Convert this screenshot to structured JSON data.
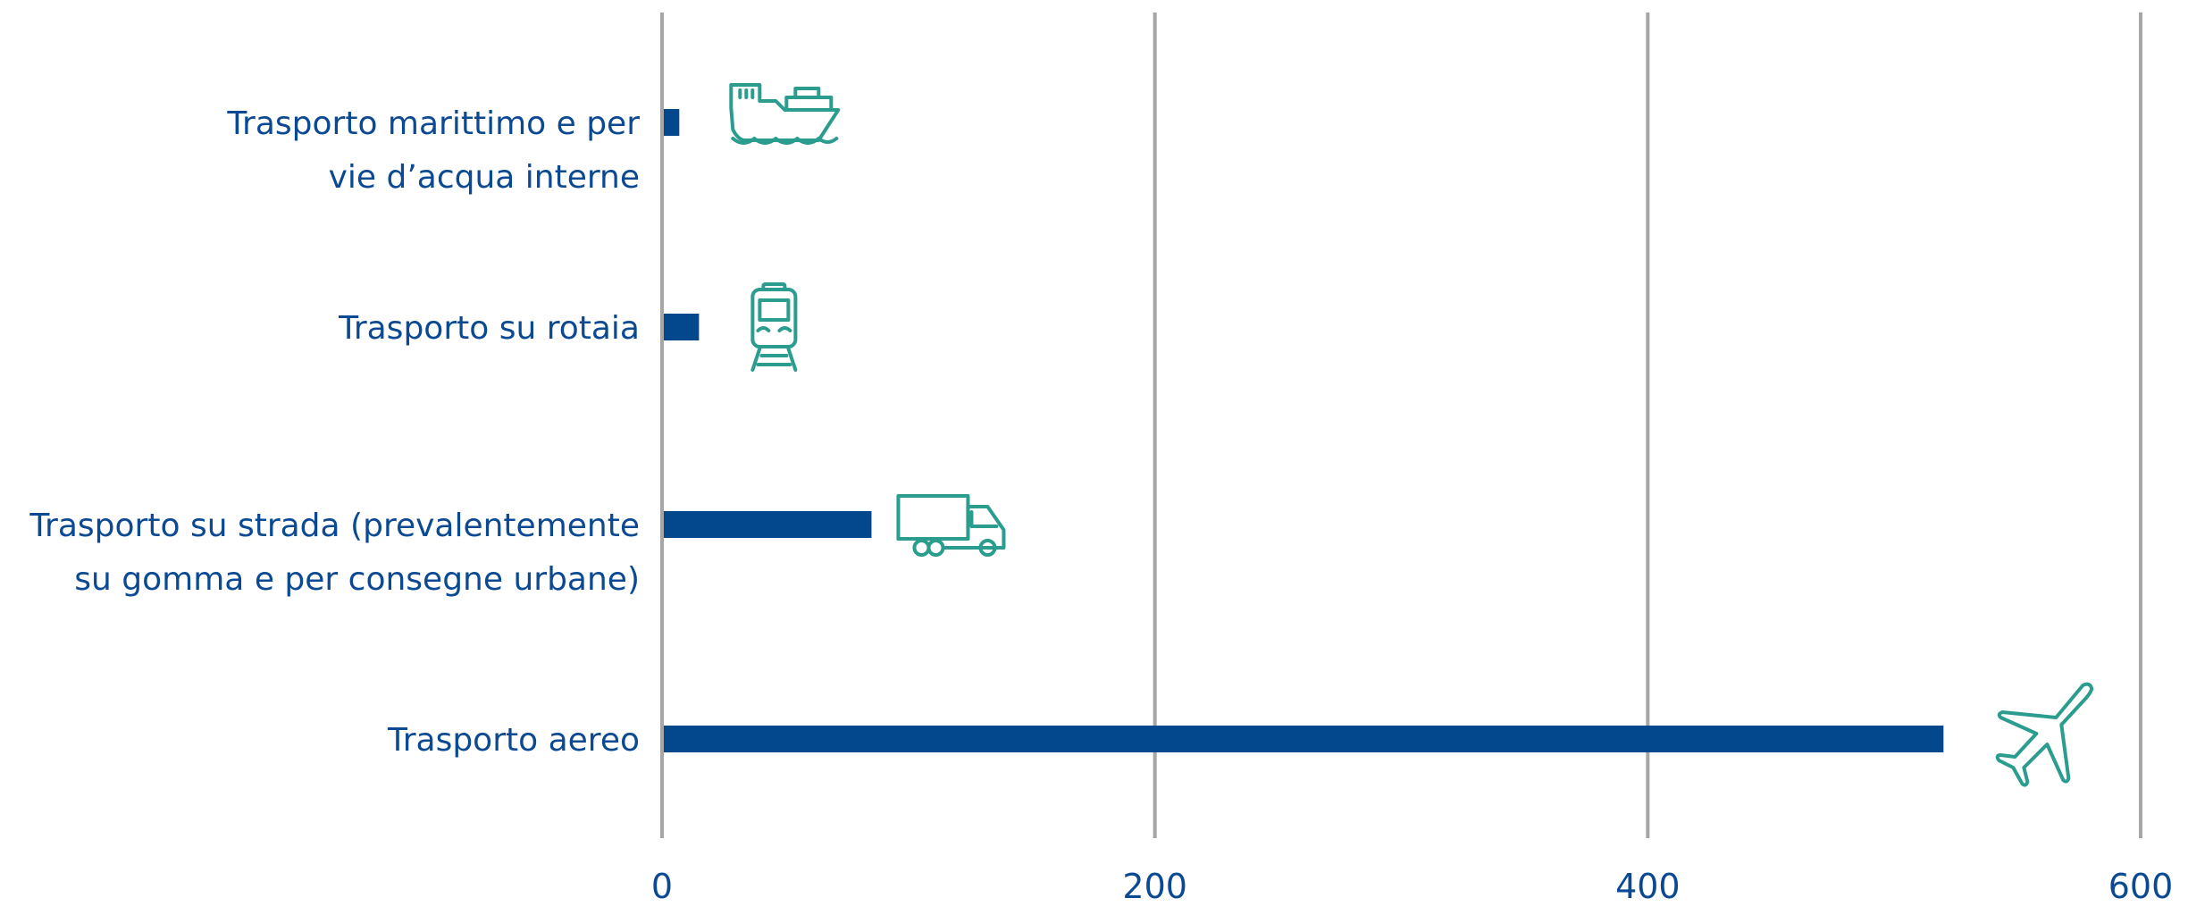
{
  "chart_data": {
    "type": "bar",
    "orientation": "horizontal",
    "title": "",
    "xlabel": "",
    "ylabel": "",
    "xlim": [
      0,
      600
    ],
    "xticks": [
      0,
      200,
      400,
      600
    ],
    "xtick_labels": [
      "0",
      "200",
      "400",
      "600"
    ],
    "grid": "vertical",
    "legend": "none",
    "categories": [
      {
        "lines": [
          "Trasporto marittimo e per",
          "vie d’acqua interne"
        ],
        "icon": "ship-icon"
      },
      {
        "lines": [
          "Trasporto su rotaia"
        ],
        "icon": "train-icon"
      },
      {
        "lines": [
          "Trasporto su strada (prevalentemente",
          "su gomma e per consegne urbane)"
        ],
        "icon": "truck-icon"
      },
      {
        "lines": [
          "Trasporto aereo"
        ],
        "icon": "airplane-icon"
      }
    ],
    "values": [
      7,
      15,
      85,
      520
    ],
    "colors": {
      "bar": "#03478c",
      "icon": "#2a9d8f",
      "text": "#0b4a92",
      "grid": "#a6a6a6"
    }
  }
}
